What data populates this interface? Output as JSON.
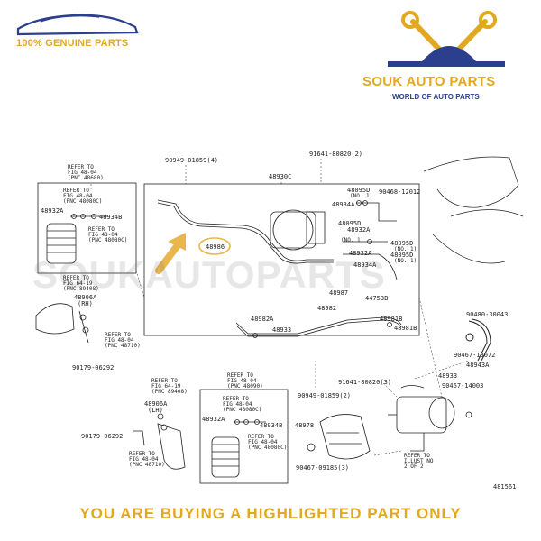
{
  "header": {
    "genuine_text": "100% GENUINE PARTS",
    "brand_name": "SOUK AUTO PARTS",
    "tagline": "WORLD OF AUTO PARTS"
  },
  "watermark": "SOUKAUTOPARTS",
  "footer": "YOU ARE BUYING A HIGHLIGHTED PART ONLY",
  "figure_number": "481561",
  "colors": {
    "accent_gold": "#e2a81f",
    "brand_blue": "#2c3f8f",
    "highlight_arrow": "#e8b64a"
  },
  "labels": {
    "refer_top_left": [
      "REFER TO",
      "FIG 48-04",
      "(PNC 48680)"
    ],
    "refer_box1_a": [
      "REFER TO",
      "FIG 48-04",
      "(PNC 48080C)"
    ],
    "p48932A_1": "48932A",
    "p48934B_1": "48934B",
    "refer_box1_b": [
      "REFER TO",
      "FIG 48-04",
      "(PNC 48080C)"
    ],
    "refer_6419": [
      "REFER TO",
      "FIG 64-19",
      "(PNC 89408)"
    ],
    "p48906A_rh": [
      "48906A",
      "(RH)"
    ],
    "refer_4871": [
      "REFER TO",
      "FIG 48-04",
      "(PNC 48710)"
    ],
    "p90179_1": "90179-06292",
    "p90949_top": "90949-01859(4)",
    "p91641_top": "91641-80820(2)",
    "p48930C": "48930C",
    "p48986": "48986",
    "p48095D_1": [
      "48095D",
      "(NO. 1)"
    ],
    "p90468": "90468-12012",
    "p48934A_1": "48934A",
    "p48932A_2": "48932A",
    "p48095D_2": [
      "48095D",
      "(NO. 1)"
    ],
    "p48095D_3": [
      "48095D",
      "(NO. 1)"
    ],
    "p48095D_4": [
      "48095D",
      "(NO. 1)"
    ],
    "p48932A_3": "48932A",
    "p48934A_2": "48934A",
    "p48987": "48987",
    "p44753B": "44753B",
    "p48982": "48982",
    "p48982A": "48982A",
    "p48981B_1": "48981B",
    "p48933_1": "48933",
    "p48981B_2": "48981B",
    "p90480": "90480-30043",
    "p90467_13072": "90467-13072",
    "p48943A": "48943A",
    "p48933_2": "48933",
    "p90467_14003": "90467-14003",
    "p91641_mid": "91641-80820(3)",
    "p90949_mid": "90949-01859(2)",
    "refer_box2_top": [
      "REFER TO",
      "FIG 48-04",
      "(PNC 48090)"
    ],
    "refer_box2_a": [
      "REFER TO",
      "FIG 48-04",
      "(PNC 48080C)"
    ],
    "p48932A_4": "48932A",
    "p48934B_2": "48934B",
    "refer_box2_b": [
      "REFER TO",
      "FIG 48-04",
      "(PNC 48080C)"
    ],
    "refer_6419_b": [
      "REFER TO",
      "FIG 64-19",
      "(PNC 89408)"
    ],
    "p48906A_lh": [
      "48906A",
      "(LH)"
    ],
    "p90179_2": "90179-06292",
    "refer_4871_b": [
      "REFER TO",
      "FIG 48-04",
      "(PNC 48710)"
    ],
    "p48978": "48978",
    "p90467_09185": "90467-09185(3)",
    "refer_illust": [
      "REFER TO",
      "ILLUST NO",
      "2 OF 2"
    ]
  }
}
